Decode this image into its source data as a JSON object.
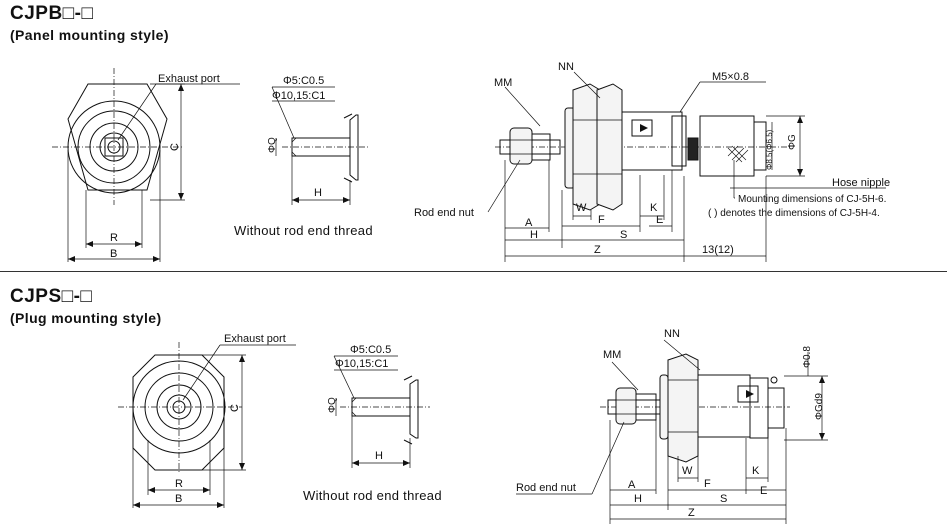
{
  "sections": [
    {
      "title": "CJPB□-□",
      "subtitle": "(Panel mounting style)",
      "caption": "Without rod end thread",
      "labels": {
        "exhaust_port": "Exhaust port",
        "chamfer_a": "Φ5:C0.5",
        "chamfer_b": "Φ10,15:C1",
        "phi_q": "ΦQ",
        "c": "C",
        "r": "R",
        "b": "B",
        "h_small": "H",
        "mm": "MM",
        "nn": "NN",
        "m5": "M5×0.8",
        "rod_end_nut": "Rod end nut",
        "w": "W",
        "f": "F",
        "k": "K",
        "e": "E",
        "a": "A",
        "h": "H",
        "s": "S",
        "z": "Z",
        "dim_13": "13(12)",
        "hose_nipple": "Hose nipple",
        "phi_g": "ΦG",
        "phi_85": "Φ8.5(Φ6.5)",
        "note1": "Mounting dimensions of CJ-5H-6.",
        "note2": "( ) denotes the dimensions of CJ-5H-4."
      }
    },
    {
      "title": "CJPS□-□",
      "subtitle": "(Plug mounting style)",
      "caption": "Without rod end thread",
      "labels": {
        "exhaust_port": "Exhaust port",
        "chamfer_a": "Φ5:C0.5",
        "chamfer_b": "Φ10,15:C1",
        "phi_q": "ΦQ",
        "c": "C",
        "r": "R",
        "b": "B",
        "h_small": "H",
        "mm": "MM",
        "nn": "NN",
        "rod_end_nut": "Rod end nut",
        "w": "W",
        "f": "F",
        "k": "K",
        "e": "E",
        "a": "A",
        "h": "H",
        "s": "S",
        "z": "Z",
        "phi_08": "Φ0.8",
        "phi_gd9": "ΦGd9"
      }
    }
  ]
}
